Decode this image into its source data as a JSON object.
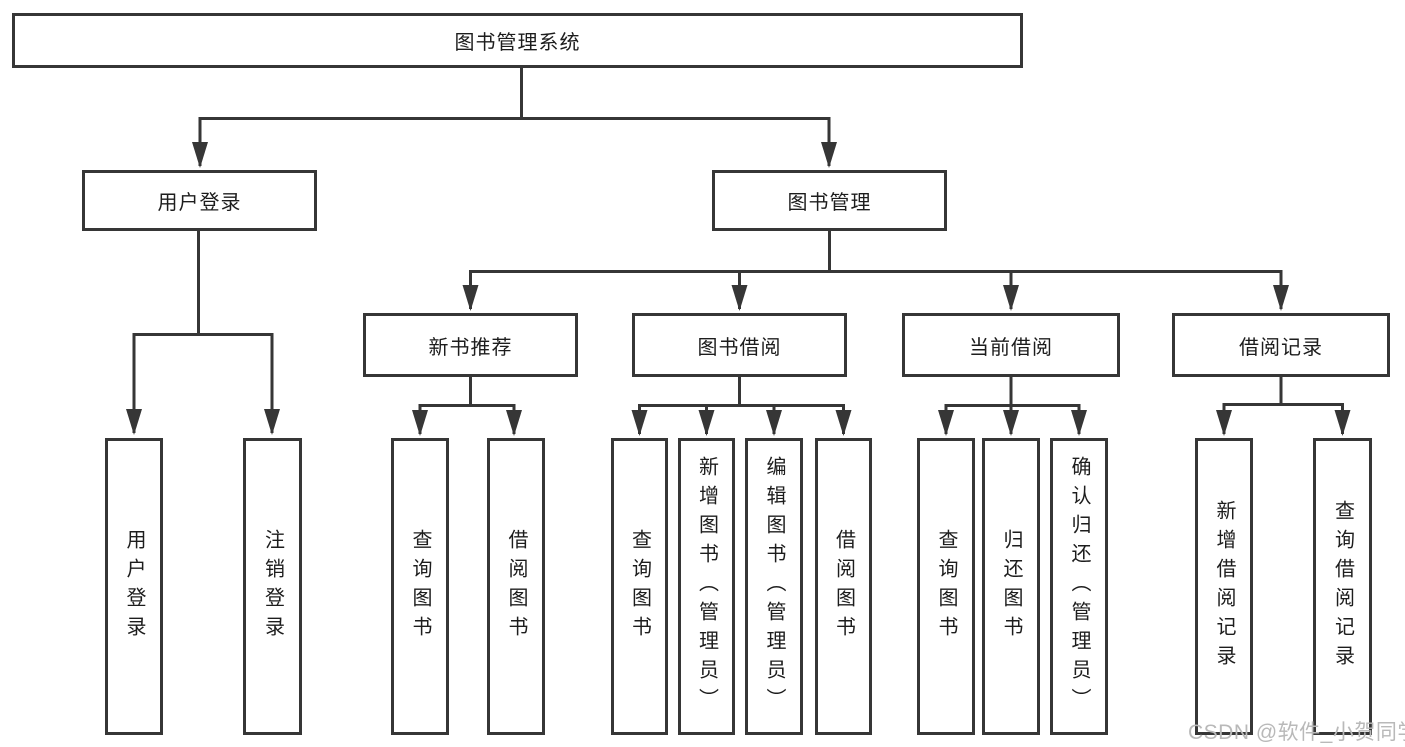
{
  "diagram": {
    "root": "图书管理系统",
    "branches": {
      "user": {
        "label": "用户登录",
        "leaves": [
          "用户登录",
          "注销登录"
        ]
      },
      "book": {
        "label": "图书管理",
        "groups": [
          {
            "label": "新书推荐",
            "leaves": [
              "查询图书",
              "借阅图书"
            ]
          },
          {
            "label": "图书借阅",
            "leaves": [
              "查询图书",
              "新增图书（管理员）",
              "编辑图书（管理员）",
              "借阅图书"
            ]
          },
          {
            "label": "当前借阅",
            "leaves": [
              "查询图书",
              "归还图书",
              "确认归还（管理员）"
            ]
          },
          {
            "label": "借阅记录",
            "leaves": [
              "新增借阅记录",
              "查询借阅记录"
            ]
          }
        ]
      }
    }
  },
  "watermark": {
    "text": "CSDN @软件_小贺同学"
  },
  "colors": {
    "line": "#363636",
    "text": "#1d1d1d",
    "watermark": "#b9b9b9",
    "background": "#ffffff"
  }
}
